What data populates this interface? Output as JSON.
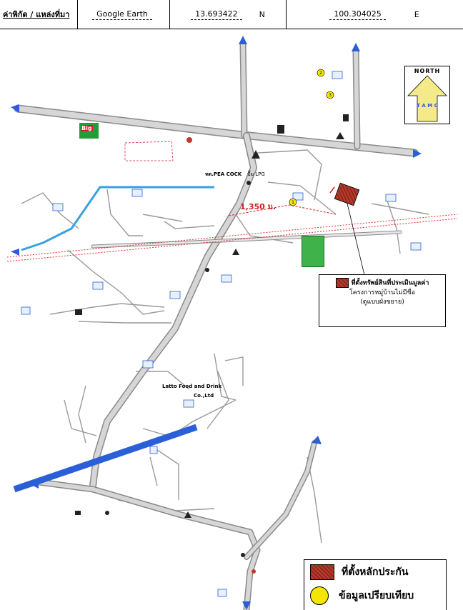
{
  "header": {
    "label": "ค่าพิกัด / แหล่งที่มา",
    "source": "Google Earth",
    "lat": "13.693422",
    "lat_dir": "N",
    "lon": "100.304025",
    "lon_dir": "E"
  },
  "map": {
    "north_letters": [
      "N",
      "O",
      "R",
      "T",
      "H"
    ],
    "north_label": "NORTH",
    "tamc_label": "T A M C",
    "distance_label": "1,350 ม.",
    "pea_label": "ทต.PEA COCK",
    "lpg_label": "ปั๊ม LPG",
    "latto_line1": "Latto Food and Drink",
    "latto_line2": "Co.,Ltd",
    "big_label": "Big",
    "callout_line1": "ที่ตั้งทรัพย์สินที่ประเมินมูลค่า",
    "callout_line2": "โครงการหมู่บ้านไม่มีชื่อ",
    "callout_line3": "(ดูแบบผังขยาย)",
    "marker_1": "1",
    "marker_2": "2",
    "marker_3": "3",
    "colors": {
      "road": "#cfcfcf",
      "road_edge": "#8a8a8a",
      "canal": "#3aa0e0",
      "rail": "#e03030",
      "river": "#2b5fd8",
      "subject": "#c0392b",
      "compare": "#f4e600"
    }
  },
  "legend": {
    "subject": "ที่ตั้งหลักประกัน",
    "compare": "ข้อมูลเปรียบเทียบ"
  }
}
